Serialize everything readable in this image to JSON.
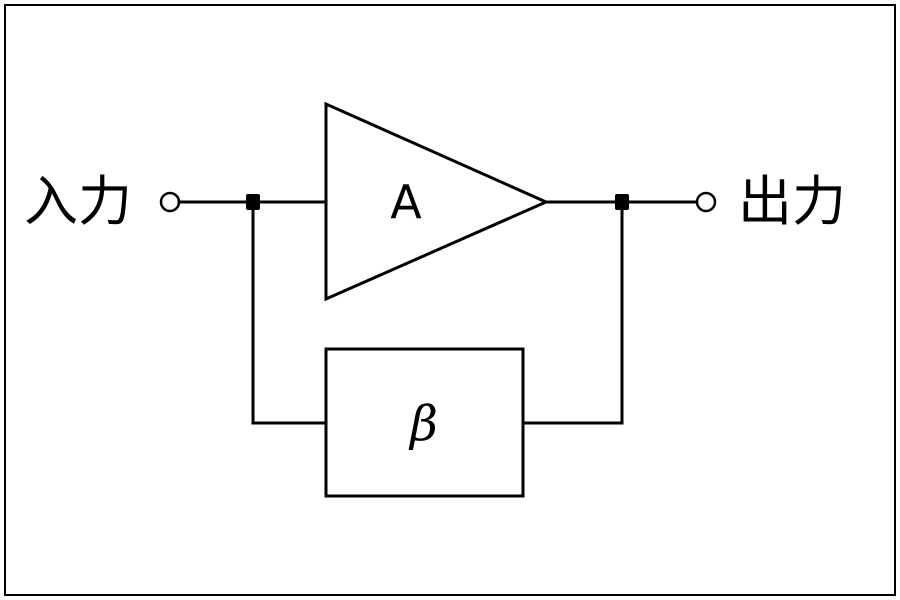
{
  "diagram": {
    "input_label": "入力",
    "output_label": "出力",
    "amplifier_label": "A",
    "feedback_label": "β"
  },
  "colors": {
    "line": "#000000",
    "background": "#ffffff"
  }
}
